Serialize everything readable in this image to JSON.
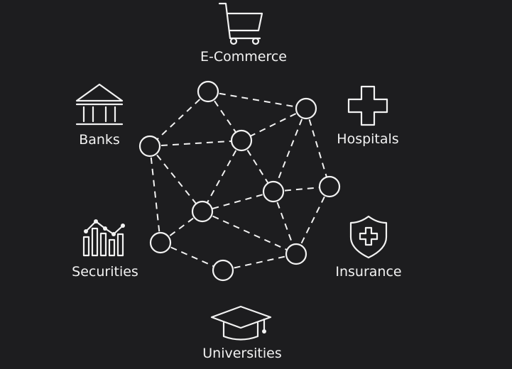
{
  "categories": {
    "ecommerce": {
      "label": "E-Commerce",
      "icon": "shopping-cart-icon"
    },
    "banks": {
      "label": "Banks",
      "icon": "bank-building-icon"
    },
    "hospitals": {
      "label": "Hospitals",
      "icon": "medical-cross-icon"
    },
    "securities": {
      "label": "Securities",
      "icon": "bar-chart-icon"
    },
    "insurance": {
      "label": "Insurance",
      "icon": "shield-cross-icon"
    },
    "universities": {
      "label": "Universities",
      "icon": "graduation-cap-icon"
    }
  },
  "colors": {
    "background": "#1d1d1f",
    "foreground": "#f2f2f2"
  }
}
